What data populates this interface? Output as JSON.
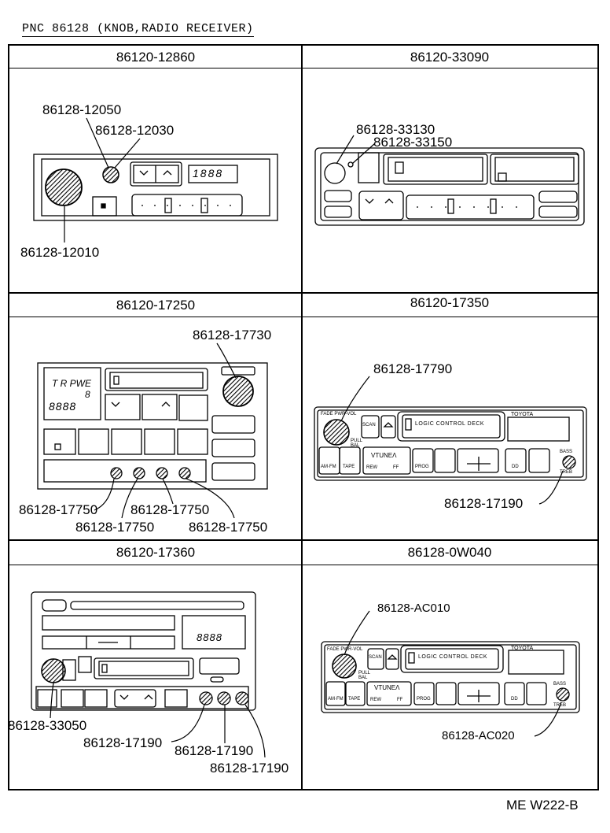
{
  "header": {
    "title": "PNC 86128 (KNOB,RADIO RECEIVER)"
  },
  "footer": {
    "code": "ME W222-B"
  },
  "panels": [
    {
      "assembly": "86120-12860",
      "display": "1888",
      "callouts": [
        "86128-12050",
        "86128-12030",
        "86128-12010"
      ]
    },
    {
      "assembly": "86120-33090",
      "callouts": [
        "86128-33130",
        "86128-33150"
      ]
    },
    {
      "assembly": "86120-17250",
      "display_top": "T R PWE",
      "display_num": "8",
      "display_digits": "8888",
      "callouts": [
        "86128-17730",
        "86128-17750",
        "86128-17750",
        "86128-17750",
        "86128-17750"
      ]
    },
    {
      "assembly": "86120-17350",
      "callouts": [
        "86128-17790",
        "86128-17190"
      ],
      "labels": {
        "fade": "FADE PWR-VOL",
        "pull": "PULL",
        "bal": "BAL",
        "scan": "SCAN",
        "deck": "LOGIC CONTROL DECK",
        "brand": "TOYOTA",
        "amfm": "AM·FM",
        "tape": "TAPE",
        "tune": "VTUNEɅ",
        "rew": "REW",
        "ff": "FF",
        "prog": "PROG",
        "dd": "DD",
        "bass": "BASS",
        "treb": "TREB"
      }
    },
    {
      "assembly": "86120-17360",
      "display": "8888",
      "callouts": [
        "86128-33050",
        "86128-17190",
        "86128-17190",
        "86128-17190"
      ]
    },
    {
      "assembly": "86128-0W040",
      "callouts": [
        "86128-AC010",
        "86128-AC020"
      ]
    }
  ]
}
